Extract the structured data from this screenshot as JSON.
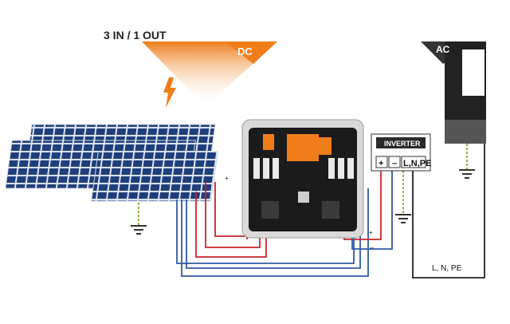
{
  "title": "3 IN / 1 OUT",
  "dc_label": "DC",
  "ac_label": "AC",
  "inverter": {
    "label": "INVERTER",
    "terminals": {
      "plus": "+",
      "minus": "–",
      "lnpe": "L,N,PE"
    }
  },
  "ac_cable_label": "L, N, PE",
  "polarity": {
    "plus": "+",
    "minus": "–"
  },
  "colors": {
    "dc_orange": "#ef7d1a",
    "positive": "#c8262c",
    "negative": "#2f5aa8",
    "ground": "#8ab83a",
    "panel": "#1f3d7a"
  }
}
